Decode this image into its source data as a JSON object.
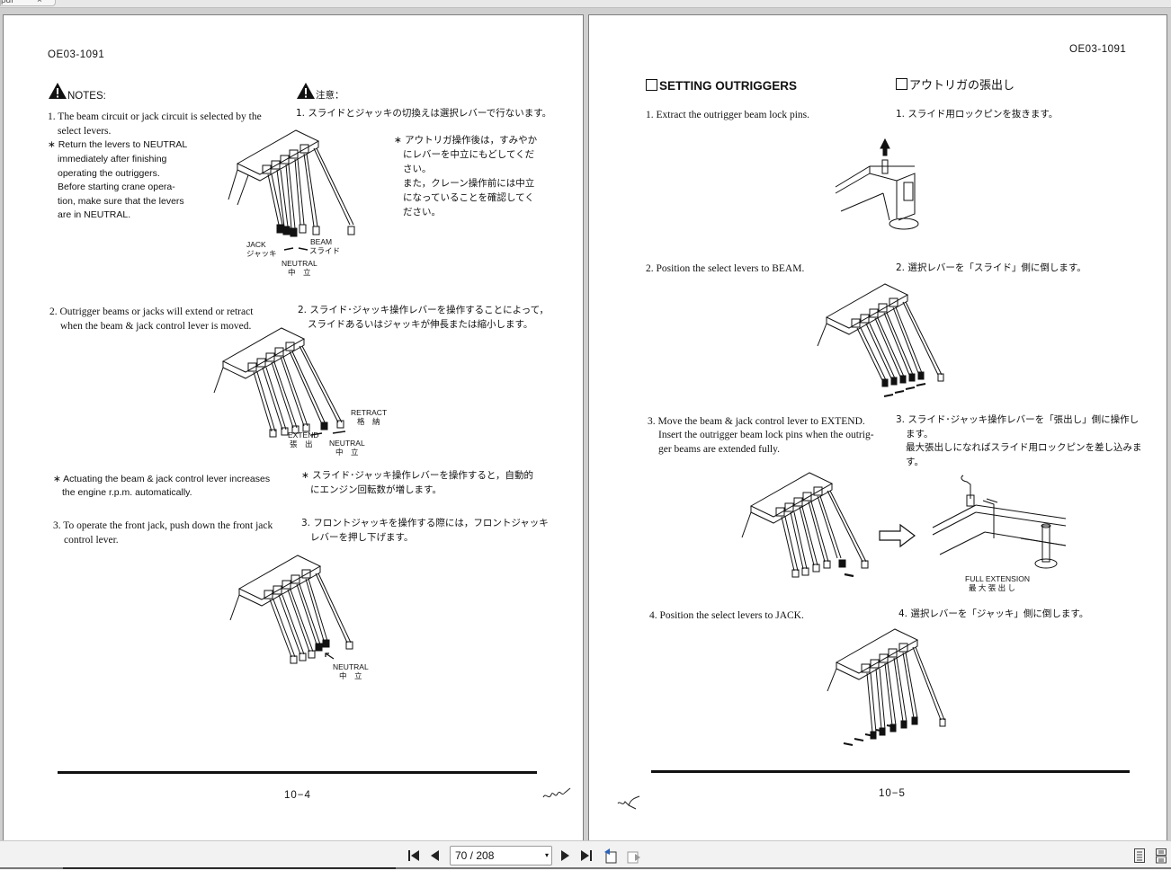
{
  "tab": {
    "name": "pdf",
    "close": "×"
  },
  "viewer": {
    "page_input": "70 / 208",
    "dropdown_glyph": "▾",
    "icons": [
      "first-page-icon",
      "prev-page-icon",
      "next-page-icon",
      "last-page-icon",
      "go-back-icon",
      "go-forward-icon",
      "single-page-icon",
      "continuous-page-icon"
    ]
  },
  "left_page": {
    "doc_no": "OE03-1091",
    "notes_title": "NOTES:",
    "jp_notes_title": "注意：",
    "note1": [
      "1. The beam circuit or jack circuit is selected by the",
      "select levers."
    ],
    "jp_note1": "1. スライドとジャッキの切換えは選択レバーで行ないます。",
    "star_note": [
      "∗ Return the levers to NEUTRAL",
      "immediately after finishing",
      "operating the outriggers.",
      "Before starting crane opera-",
      "tion, make sure that the levers",
      "are in NEUTRAL."
    ],
    "jp_star_note": [
      "∗ アウトリガ操作後は，すみやか",
      "にレバーを中立にもどしてくだ",
      "さい。",
      "また，クレーン操作前には中立",
      "になっていることを確認してく",
      "ださい。"
    ],
    "fig1_labels": {
      "jack": "JACK",
      "jack_jp": "ジャッキ",
      "beam": "BEAM",
      "beam_jp": "スライド",
      "neutral": "NEUTRAL",
      "neutral_jp": "中　立"
    },
    "note2": [
      "2. Outrigger beams or jacks will extend or retract",
      "when the beam & jack control lever is moved."
    ],
    "jp_note2": [
      "2. スライド･ジャッキ操作レバーを操作することによって，",
      "スライドあるいはジャッキが伸長または縮小します。"
    ],
    "fig2_labels": {
      "retract": "RETRACT",
      "retract_jp": "格　納",
      "extend": "EXTEND",
      "extend_jp": "張　出",
      "neutral": "NEUTRAL",
      "neutral_jp": "中　立"
    },
    "star_note2": [
      "∗ Actuating the beam & jack control lever increases",
      "the engine r.p.m. automatically."
    ],
    "jp_star_note2": [
      "∗ スライド･ジャッキ操作レバーを操作すると，自動的",
      "にエンジン回転数が増します。"
    ],
    "note3": [
      "3. To operate the front jack, push down the front jack",
      "control lever."
    ],
    "jp_note3": [
      "3. フロントジャッキを操作する際には，フロントジャッキ",
      "レバーを押し下げます。"
    ],
    "fig3_labels": {
      "neutral": "NEUTRAL",
      "neutral_jp": "中　立"
    },
    "page_number": "10−4"
  },
  "right_page": {
    "doc_no": "OE03-1091",
    "title": "SETTING OUTRIGGERS",
    "title_jp": "アウトリガの張出し",
    "step1": "1. Extract the outrigger beam lock pins.",
    "step1_jp": "1. スライド用ロックピンを抜きます。",
    "step2": "2. Position the select levers to BEAM.",
    "step2_jp": "2. 選択レバーを「スライド」側に倒します。",
    "step3": [
      "3. Move the beam & jack control lever to EXTEND.",
      "Insert the outrigger beam lock pins when the outrig-",
      "ger beams are extended fully."
    ],
    "step3_jp": [
      "3. スライド･ジャッキ操作レバーを「張出し」側に操作し",
      "ます。",
      "最大張出しになればスライド用ロックピンを差し込みま",
      "す。"
    ],
    "full_extension": "FULL EXTENSION",
    "full_extension_jp": "最 大 張 出 し",
    "step4": "4. Position the select levers to JACK.",
    "step4_jp": "4. 選択レバーを「ジャッキ」側に倒します。",
    "page_number": "10−5"
  }
}
